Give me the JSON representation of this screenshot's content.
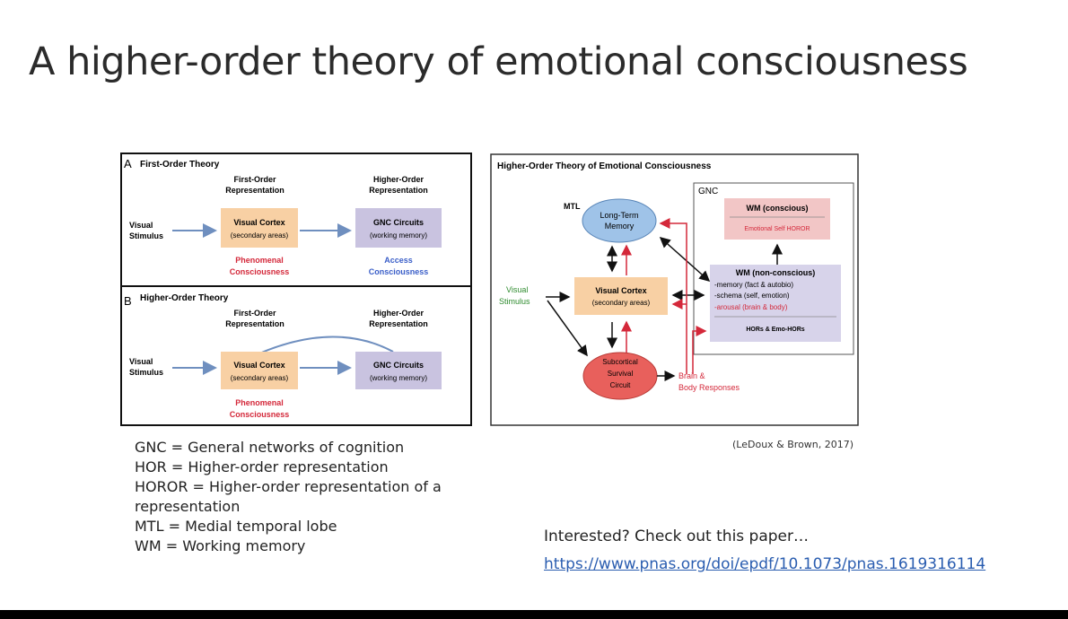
{
  "slide": {
    "title": "A higher-order theory of emotional consciousness",
    "legend": [
      "GNC = General networks of cognition",
      "HOR = Higher-order representation",
      "HOROR = Higher-order representation of a",
      "representation",
      "MTL = Medial temporal lobe",
      "WM = Working memory"
    ],
    "citation": "(LeDoux & Brown, 2017)",
    "interested": "Interested? Check out this paper…",
    "link": "https://www.pnas.org/doi/epdf/10.1073/pnas.1619316114"
  },
  "panel_left": {
    "a": {
      "letter": "A",
      "title": "First-Order Theory",
      "col1_l1": "First-Order",
      "col1_l2": "Representation",
      "col2_l1": "Higher-Order",
      "col2_l2": "Representation",
      "input_l1": "Visual",
      "input_l2": "Stimulus",
      "box1_l1": "Visual Cortex",
      "box1_l2": "(secondary areas)",
      "box2_l1": "GNC Circuits",
      "box2_l2": "(working memory)",
      "lab1_l1": "Phenomenal",
      "lab1_l2": "Consciousness",
      "lab2_l1": "Access",
      "lab2_l2": "Consciousness"
    },
    "b": {
      "letter": "B",
      "title": "Higher-Order Theory",
      "col1_l1": "First-Order",
      "col1_l2": "Representation",
      "col2_l1": "Higher-Order",
      "col2_l2": "Representation",
      "input_l1": "Visual",
      "input_l2": "Stimulus",
      "box1_l1": "Visual Cortex",
      "box1_l2": "(secondary areas)",
      "box2_l1": "GNC Circuits",
      "box2_l2": "(working memory)",
      "lab1_l1": "Phenomenal",
      "lab1_l2": "Consciousness"
    }
  },
  "panel_right": {
    "title": "Higher-Order Theory of Emotional Consciousness",
    "gnc": "GNC",
    "mtl": "MTL",
    "ltm_l1": "Long-Term",
    "ltm_l2": "Memory",
    "vs_l1": "Visual",
    "vs_l2": "Stimulus",
    "vc_l1": "Visual Cortex",
    "vc_l2": "(secondary areas)",
    "wmc": "WM (conscious)",
    "wmc_sub": "Emotional Self HOROR",
    "wmn": "WM (non-conscious)",
    "wmn_l1": "-memory (fact & autobio)",
    "wmn_l2": "-schema (self, emotion)",
    "wmn_l3": "-arousal (brain & body)",
    "hors": "HORs & Emo-HORs",
    "sc_l1": "Subcortical",
    "sc_l2": "Survival",
    "sc_l3": "Circuit",
    "br_l1": "Brain &",
    "br_l2": "Body Responses"
  },
  "colors": {
    "orange_box": "#f8d0a4",
    "purple_box": "#c9c3e0",
    "blue_oval": "#9fc3e8",
    "red_oval": "#e8605c",
    "pink_box": "#f2c6c6",
    "red_text": "#d4283a",
    "blue_text": "#3a5ec8",
    "green_text": "#2e8b2e",
    "link": "#2a5db0"
  }
}
